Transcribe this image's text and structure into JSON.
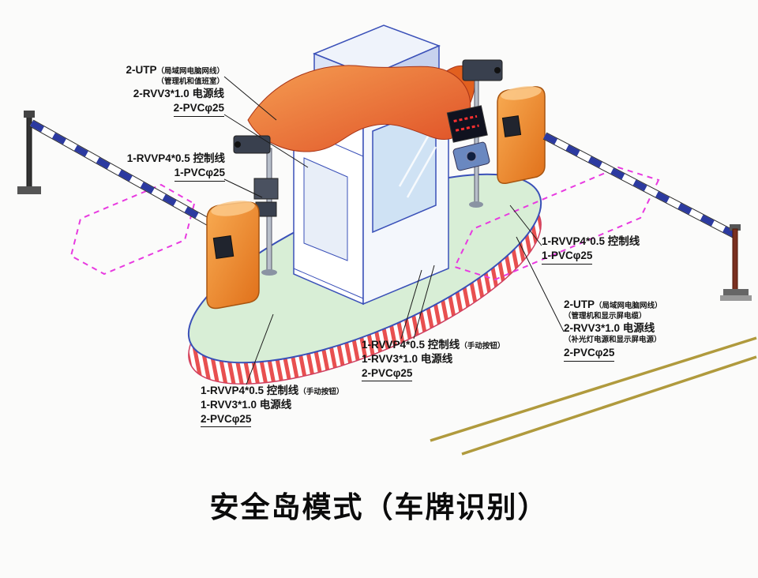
{
  "title": "安全岛模式（车牌识别）",
  "colors": {
    "outline_blue": "#3a50b8",
    "island_green": "#d8eed6",
    "stripe_red": "#e85050",
    "machine_orange": "#e8741c",
    "canopy_orange": "#e04f26",
    "loop_magenta": "#e83ae0",
    "road_line_olive": "#b09a3d",
    "label_text": "#141414"
  },
  "labels": {
    "utp_left": {
      "l1a": "2-UTP",
      "l1b": "（局域网电脑网线）",
      "l2": "（管理机和值班室）",
      "l3": "2-RVV3*1.0 电源线",
      "l4": "2-PVCφ25"
    },
    "ctrl_left": {
      "l1": "1-RVVP4*0.5 控制线",
      "l2": "1-PVCφ25"
    },
    "ctrl_right": {
      "l1": "1-RVVP4*0.5 控制线",
      "l2": "1-PVCφ25"
    },
    "utp_right": {
      "l1a": "2-UTP",
      "l1b": "（局域网电脑网线）",
      "l2": "（管理机和显示屏电缆）",
      "l3": "2-RVV3*1.0 电源线",
      "l4": "（补光灯电源和显示屏电源）",
      "l5": "2-PVCφ25"
    },
    "ctrl_center_bottom": {
      "l1a": "1-RVVP4*0.5 控制线",
      "l1b": "（手动按钮）",
      "l2": "1-RVV3*1.0 电源线",
      "l3": "2-PVCφ25"
    },
    "ctrl_left_bottom": {
      "l1a": "1-RVVP4*0.5 控制线",
      "l1b": "（手动按钮）",
      "l2": "1-RVV3*1.0 电源线",
      "l3": "2-PVCφ25"
    }
  }
}
